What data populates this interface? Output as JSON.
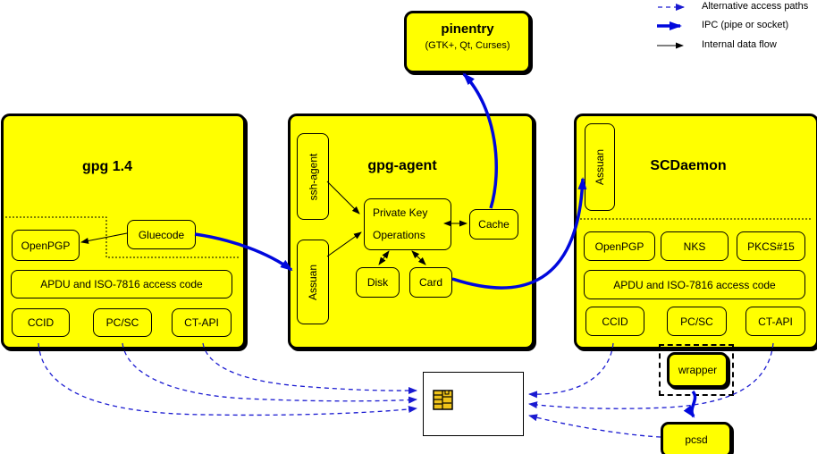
{
  "legend": {
    "items": [
      {
        "label": "Alternative access paths",
        "type": "alternative-access-dashed-blue"
      },
      {
        "label": "IPC (pipe or socket)",
        "type": "ipc-thick-blue"
      },
      {
        "label": "Internal data flow",
        "type": "internal-thin-black"
      }
    ]
  },
  "pinentry": {
    "title": "pinentry",
    "subtitle": "(GTK+, Qt, Curses)"
  },
  "gpg14": {
    "title": "gpg 1.4",
    "gluecode": "Gluecode",
    "openpgp": "OpenPGP",
    "apdu": "APDU and ISO-7816 access code",
    "ccid": "CCID",
    "pcsc": "PC/SC",
    "ctapi": "CT-API"
  },
  "gpg_agent": {
    "title": "gpg-agent",
    "ssh_agent": "ssh-agent",
    "assuan": "Assuan",
    "private_key_ops": "Private Key Operations",
    "cache": "Cache",
    "disk": "Disk",
    "card": "Card"
  },
  "scdaemon": {
    "title": "SCDaemon",
    "assuan": "Assuan",
    "openpgp": "OpenPGP",
    "nks": "NKS",
    "pkcs15": "PKCS#15",
    "apdu": "APDU and ISO-7816 access code",
    "ccid": "CCID",
    "pcsc": "PC/SC",
    "ctapi": "CT-API"
  },
  "helpers": {
    "wrapper": "wrapper",
    "pcsd": "pcsd"
  },
  "colors": {
    "box_fill": "#ffff00",
    "ipc_blue": "#0008dd",
    "alt_path_blue": "#1a1ad1",
    "border_black": "#000000",
    "card_reader_fill": "#ffffff",
    "chip_gold": "#f0c419"
  }
}
